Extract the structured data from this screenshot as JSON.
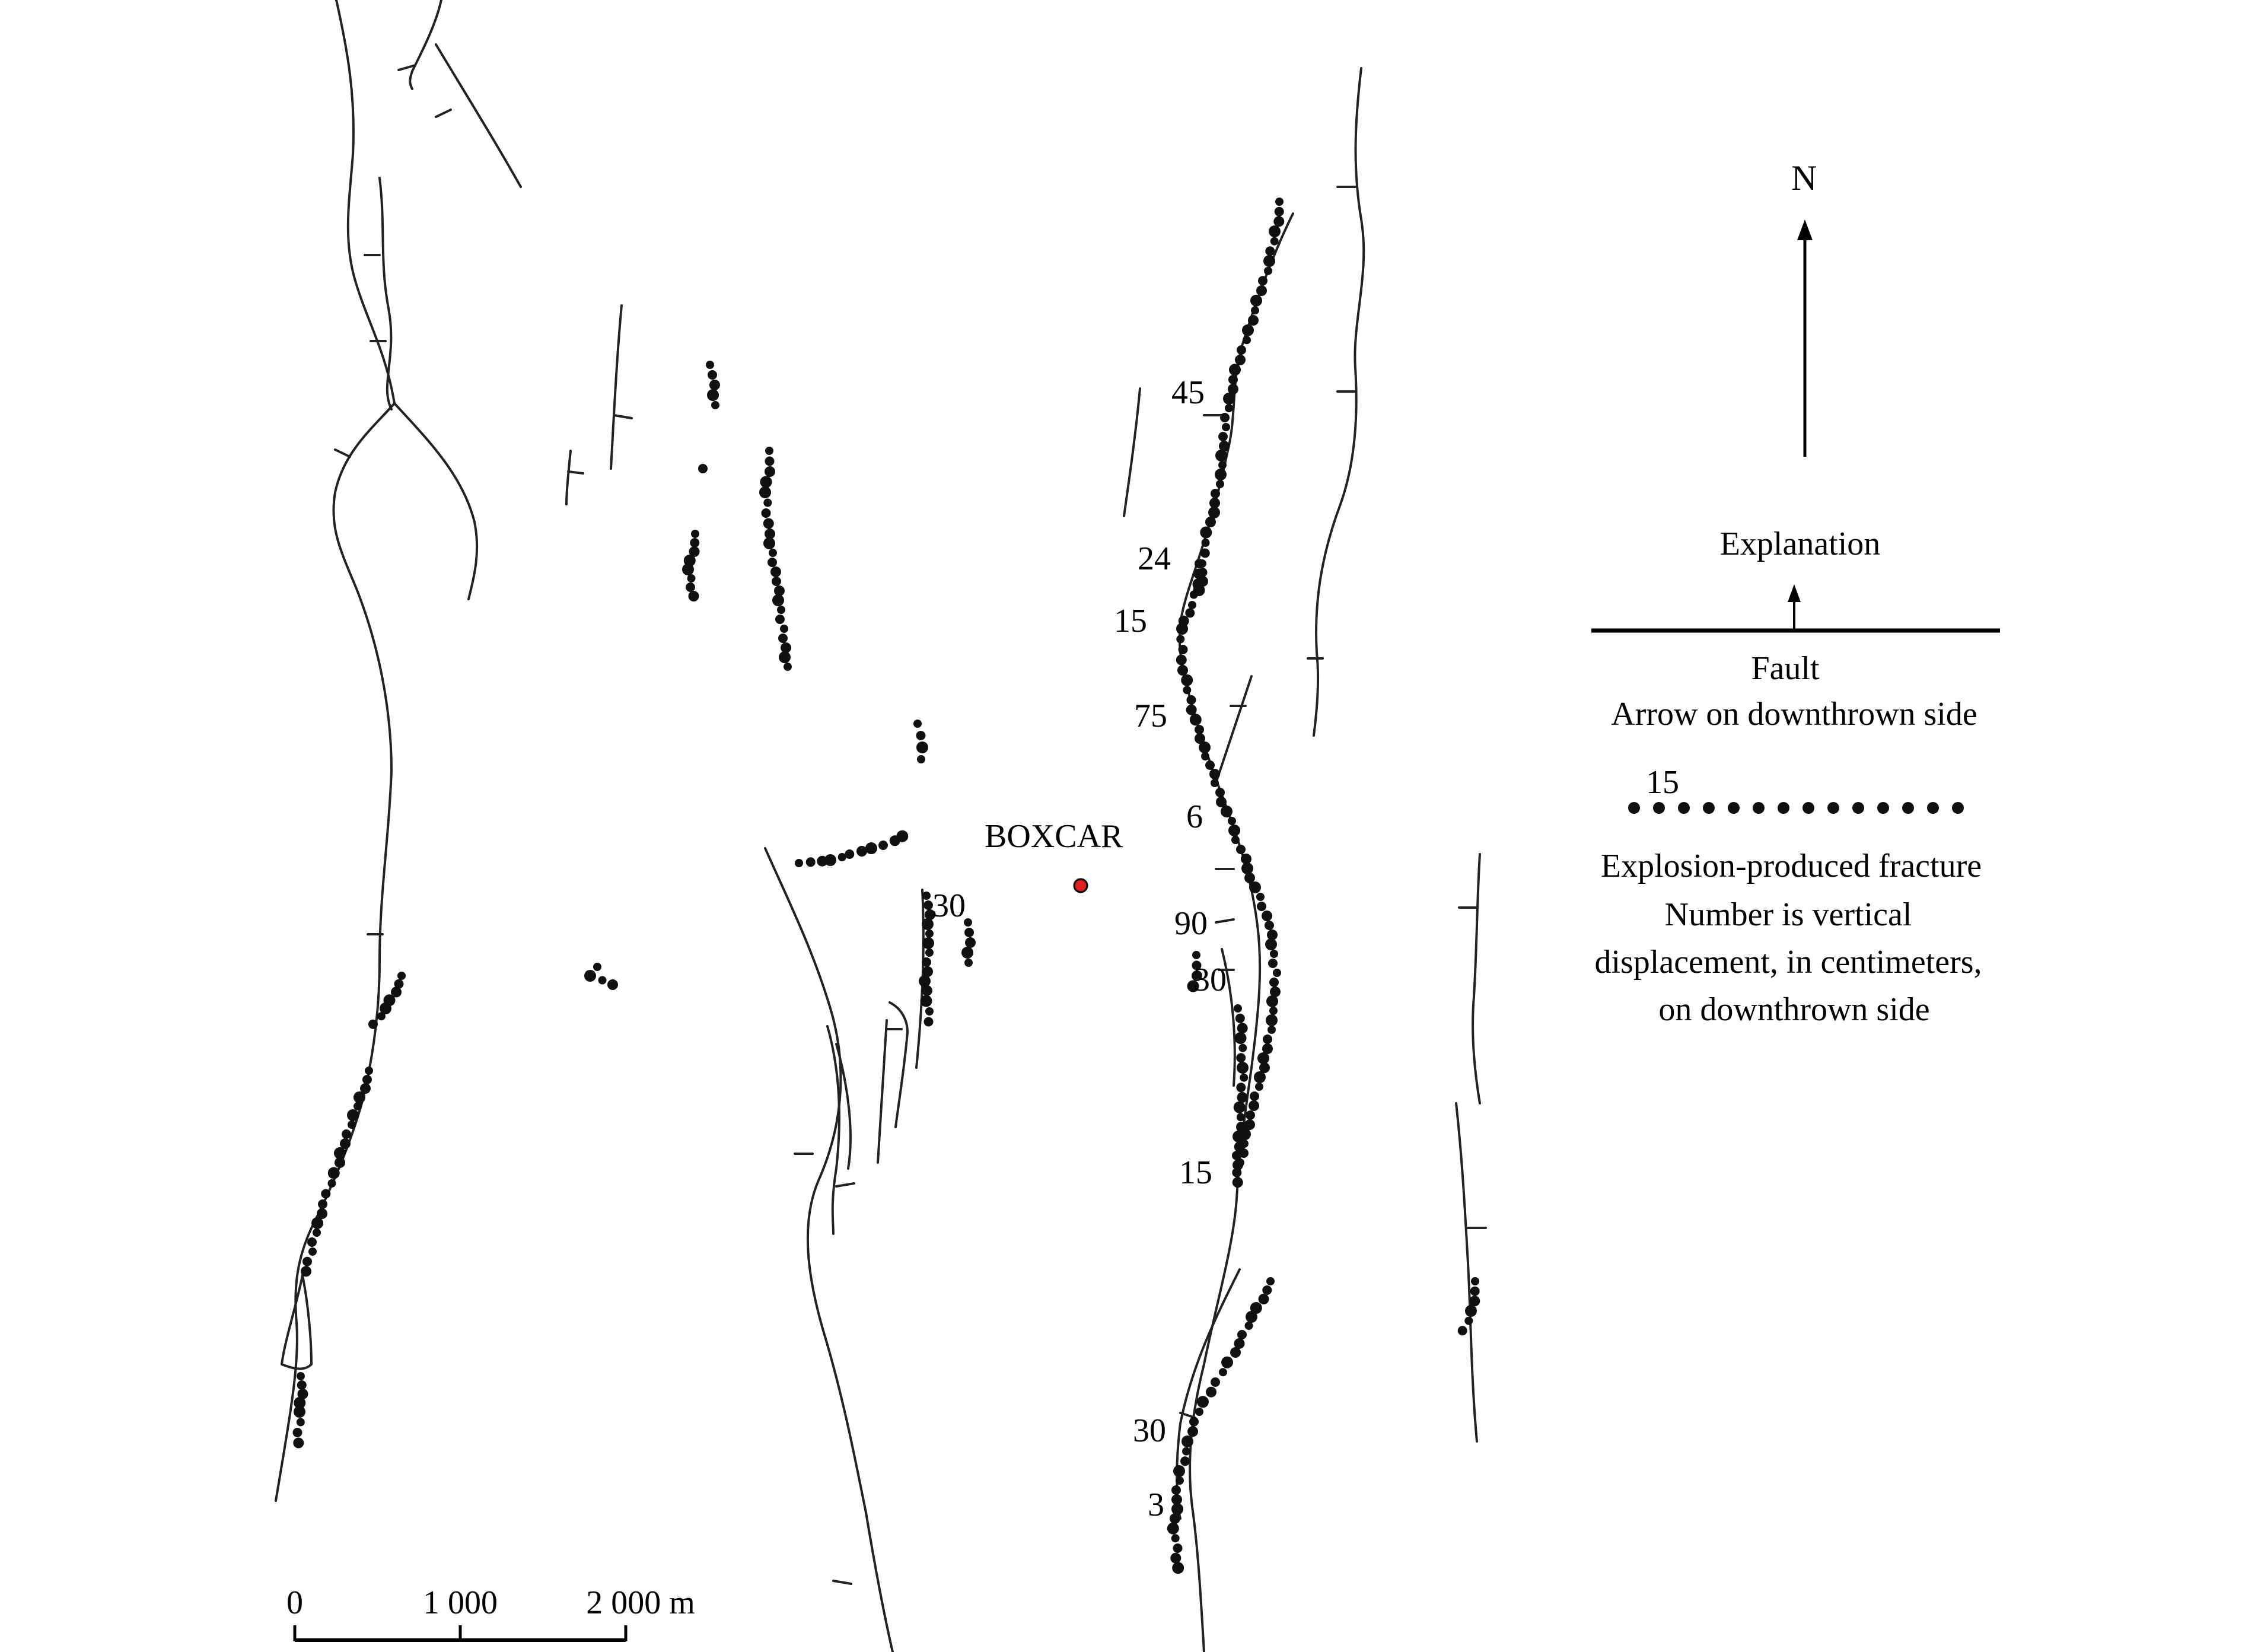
{
  "north_label": "N",
  "legend": {
    "title": "Explanation",
    "fault_label": "Fault",
    "fault_desc": "Arrow on downthrown side",
    "fracture_sample_value": "15",
    "fracture_label": "Explosion-produced fracture",
    "fracture_desc_1": "Number is vertical",
    "fracture_desc_2": "displacement, in centimeters,",
    "fracture_desc_3": "on downthrown side"
  },
  "site": {
    "label": "BOXCAR",
    "marker_color": "#e02020"
  },
  "displacement_labels": [
    "45",
    "24",
    "15",
    "75",
    "6",
    "90",
    "30",
    "15",
    "30",
    "3",
    "30"
  ],
  "scale_bar": {
    "labels": [
      "0",
      "1 000",
      "2 000 m"
    ]
  },
  "colors": {
    "line": "#111111",
    "background": "#ffffff"
  }
}
